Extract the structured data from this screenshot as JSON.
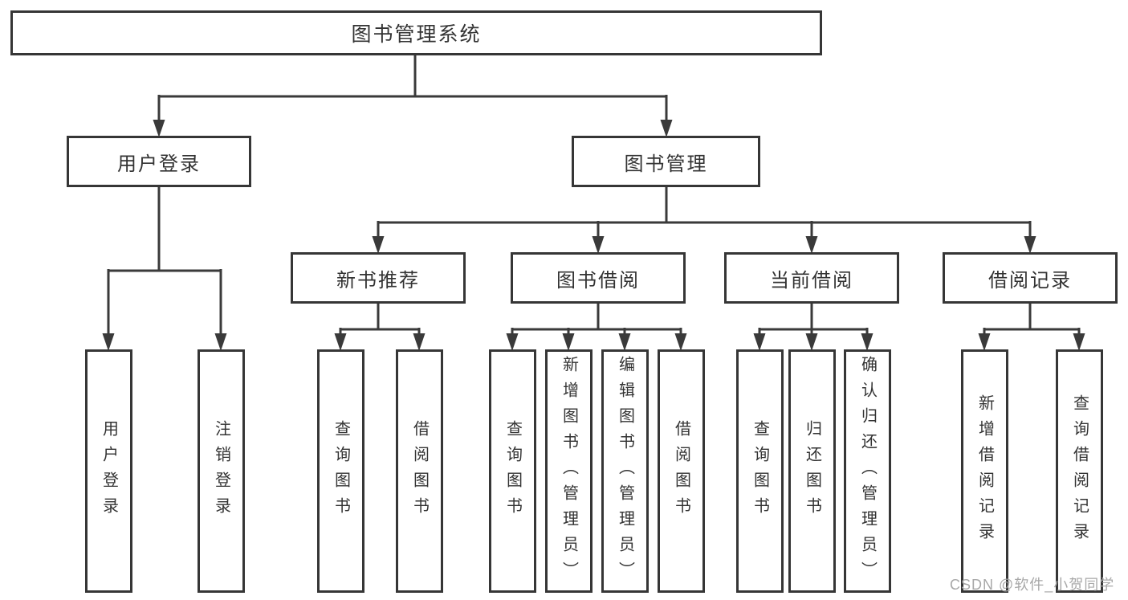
{
  "tree": {
    "root": "图书管理系统",
    "children": [
      {
        "label": "用户登录",
        "children": [
          "用户登录",
          "注销登录"
        ]
      },
      {
        "label": "图书管理",
        "children": [
          {
            "label": "新书推荐",
            "children": [
              "查询图书",
              "借阅图书"
            ]
          },
          {
            "label": "图书借阅",
            "children": [
              "查询图书",
              "新增图书（管理员）",
              "编辑图书（管理员）",
              "借阅图书"
            ]
          },
          {
            "label": "当前借阅",
            "children": [
              "查询图书",
              "归还图书",
              "确认归还（管理员）"
            ]
          },
          {
            "label": "借阅记录",
            "children": [
              "新增借阅记录",
              "查询借阅记录"
            ]
          }
        ]
      }
    ]
  },
  "watermark": {
    "text": "CSDN @软件_小贺同学"
  },
  "colors": {
    "line": "#3a3a3a",
    "box_border": "#363636",
    "text": "#333333",
    "watermark": "#a8a8a8",
    "background": "#ffffff"
  }
}
